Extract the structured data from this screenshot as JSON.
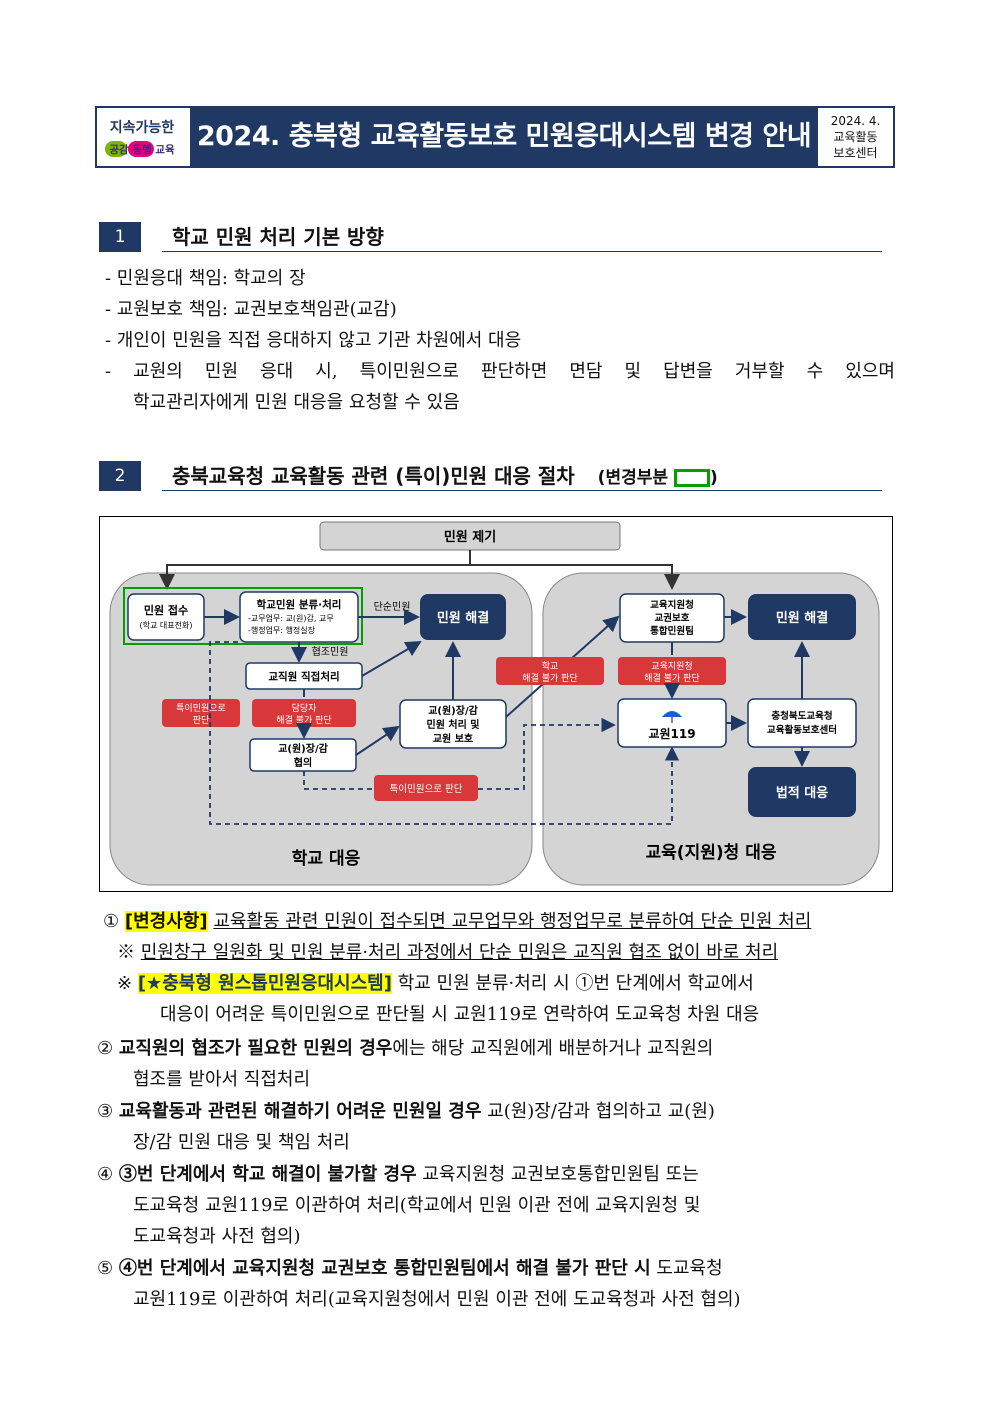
{
  "header": {
    "logo_line1": "지속가능한",
    "logo_line2": "공감 동행 교육",
    "title": "2024. 충북형 교육활동보호 민원응대시스템 변경 안내",
    "date": "2024. 4.",
    "org_line1": "교육활동",
    "org_line2": "보호센터"
  },
  "section1": {
    "number": "1",
    "title": "학교 민원 처리 기본 방향",
    "items": [
      "- 민원응대 책임: 학교의 장",
      "- 교원보호 책임: 교권보호책임관(교감)",
      "- 개인이 민원을 직접 응대하지 않고 기관 차원에서 대응",
      "- 교원의 민원 응대 시, 특이민원으로 판단하면 면담 및 답변을 거부할 수 있으며",
      "학교관리자에게 민원 대응을 요청할 수 있음"
    ]
  },
  "section2": {
    "number": "2",
    "title": "충북교육청 교육활동 관련 (특이)민원 대응 절차",
    "suffix_open": "(변경부분",
    "suffix_close": ")"
  },
  "diagram": {
    "top": "민원 제기",
    "school_label": "학교 대응",
    "office_label": "교육(지원)청 대응",
    "reception_1": "민원 접수",
    "reception_2": "(학교 대표전화)",
    "classify_1": "학교민원 분류·처리",
    "classify_2": "-교무업무: 교(원)감, 교무",
    "classify_3": "-행정업무: 행정실장",
    "simple": "단순민원",
    "resolve_school": "민원 해결",
    "coop": "협조민원",
    "staff": "교직원 직접처리",
    "special_1": "특이민원으로",
    "special_2": "판단",
    "owner_1": "담당자",
    "owner_2": "해결 불가 판단",
    "principal_1": "교(원)장/감",
    "principal_2": "협의",
    "principal_handle_1": "교(원)장/감",
    "principal_handle_2": "민원 처리 및",
    "principal_handle_3": "교원 보호",
    "special_judge": "특이민원으로 판단",
    "school_fail_1": "학교",
    "school_fail_2": "해결 불가 판단",
    "support_1": "교육지원청",
    "support_2": "교권보호",
    "support_3": "통합민원팀",
    "resolve_office": "민원 해결",
    "support_fail_1": "교육지원청",
    "support_fail_2": "해결 불가 판단",
    "t119": "교원119",
    "center_1": "충청북도교육청",
    "center_2": "교육활동보호센터",
    "legal": "법적 대응"
  },
  "notes": {
    "n1_mark": "①",
    "n1_tag": "[변경사항]",
    "n1_text": "교육활동 관련 민원이 접수되면 교무업무와 행정업무로 분류하여 단순 민원 처리",
    "n1a_mark": "※",
    "n1a_text": "민원창구 일원화 및 민원 분류·처리 과정에서 단순 민원은 교직원 협조 없이 바로 처리",
    "n1b_mark": "※",
    "n1b_tag": "[★충북형 원스톱민원응대시스템]",
    "n1b_text1": "학교 민원 분류·처리 시 ①번 단계에서 학교에서",
    "n1b_text2": "대응이 어려운 특이민원으로 판단될 시 교원119로 연락하여 도교육청 차원 대응",
    "n2_mark": "②",
    "n2_bold": "교직원의 협조가 필요한 민원의 경우",
    "n2_text1": "에는 해당 교직원에게 배분하거나 교직원의",
    "n2_text2": "협조를 받아서 직접처리",
    "n3_mark": "③",
    "n3_bold": "교육활동과 관련된 해결하기 어려운 민원일 경우",
    "n3_text1": "교(원)장/감과 협의하고 교(원)",
    "n3_text2": "장/감 민원 대응 및 책임 처리",
    "n4_mark": "④",
    "n4_bold": "③번 단계에서 학교 해결이 불가할 경우",
    "n4_text1": "교육지원청 교권보호통합민원팀 또는",
    "n4_text2": "도교육청 교원119로 이관하여 처리(학교에서 민원 이관 전에 교육지원청 및",
    "n4_text3": "도교육청과 사전 협의)",
    "n5_mark": "⑤",
    "n5_bold": "④번 단계에서 교육지원청 교권보호 통합민원팀에서 해결 불가 판단 시",
    "n5_text1": "도교육청",
    "n5_text2": "교원119로 이관하여 처리(교육지원청에서 민원 이관 전에 도교육청과 사전 협의)"
  },
  "colors": {
    "navy": "#1f3864",
    "red": "#d9383a",
    "green": "#00a000",
    "yellow": "#ffff00"
  }
}
